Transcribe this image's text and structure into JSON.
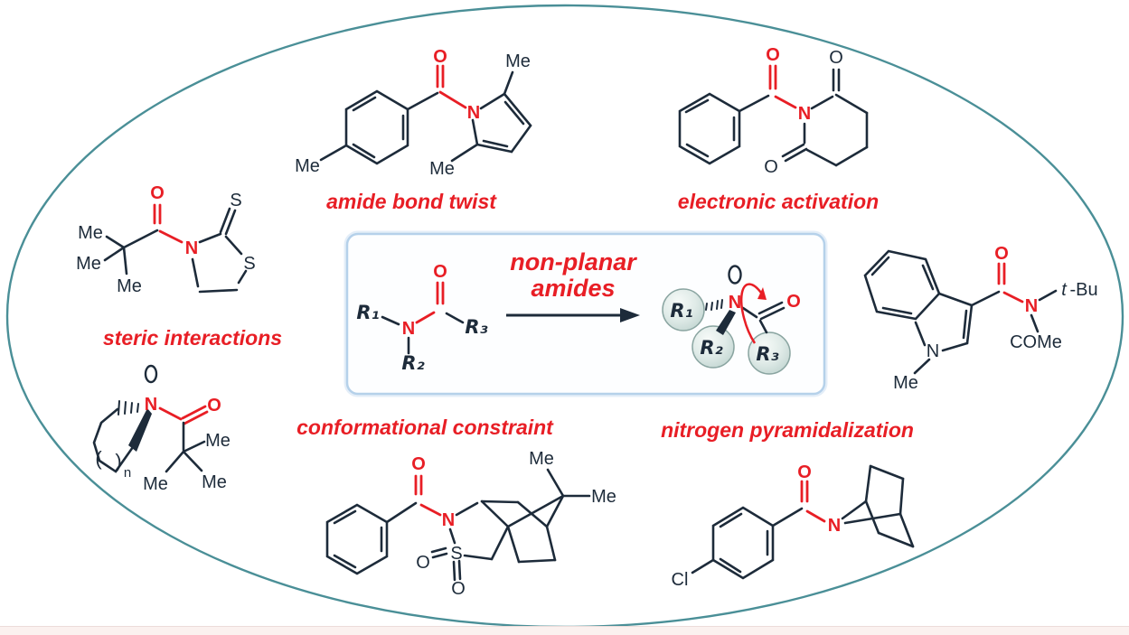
{
  "labels": {
    "amide_twist": "amide bond twist",
    "electronic": "electronic activation",
    "steric": "steric interactions",
    "conformational": "conformational constraint",
    "pyramidal": "nitrogen pyramidalization",
    "center_line1": "non-planar",
    "center_line2": "amides"
  },
  "atoms": {
    "amide_twist": {
      "o": "O",
      "n": "N",
      "me_para": "Me",
      "me_c2": "Me",
      "me_c5": "Me"
    },
    "electronic": {
      "o_acyl": "O",
      "n": "N",
      "o_top": "O",
      "o_bottom": "O"
    },
    "steric": {
      "me1": "Me",
      "me2": "Me",
      "me3": "Me",
      "o": "O",
      "n": "N",
      "s_thione": "S",
      "s_ring": "S"
    },
    "ring_amide": {
      "n": "N",
      "o": "O",
      "me1": "Me",
      "me2": "Me",
      "me3": "Me",
      "paren_open": "(",
      "paren_close": ")",
      "n_sub": "n"
    },
    "planar": {
      "r1": "R₁",
      "n": "N",
      "r2": "R₂",
      "o": "O",
      "r3": "R₃"
    },
    "pyramidal": {
      "r1": "R₁",
      "n": "N",
      "r2": "R₂",
      "o": "O",
      "r3": "R₃"
    },
    "indole": {
      "o": "O",
      "n_amide": "N",
      "t_italic": "t",
      "bu": "-Bu",
      "come": "COMe",
      "n_ring": "N",
      "me": "Me"
    },
    "sultam": {
      "o_acyl": "O",
      "n": "N",
      "s": "S",
      "o_left": "O",
      "o_bottom": "O",
      "me_top": "Me",
      "me_right": "Me"
    },
    "chloroamide": {
      "cl": "Cl",
      "o": "O",
      "n": "N"
    }
  },
  "colors": {
    "accent_red": "#e81e25",
    "bond_dark": "#1d2b3a",
    "ellipse_teal": "#4a8f97",
    "box_border": "#b5d1ea",
    "sphere_rim": "#8aa5a1",
    "footer_pink": "#fbf1ef"
  }
}
